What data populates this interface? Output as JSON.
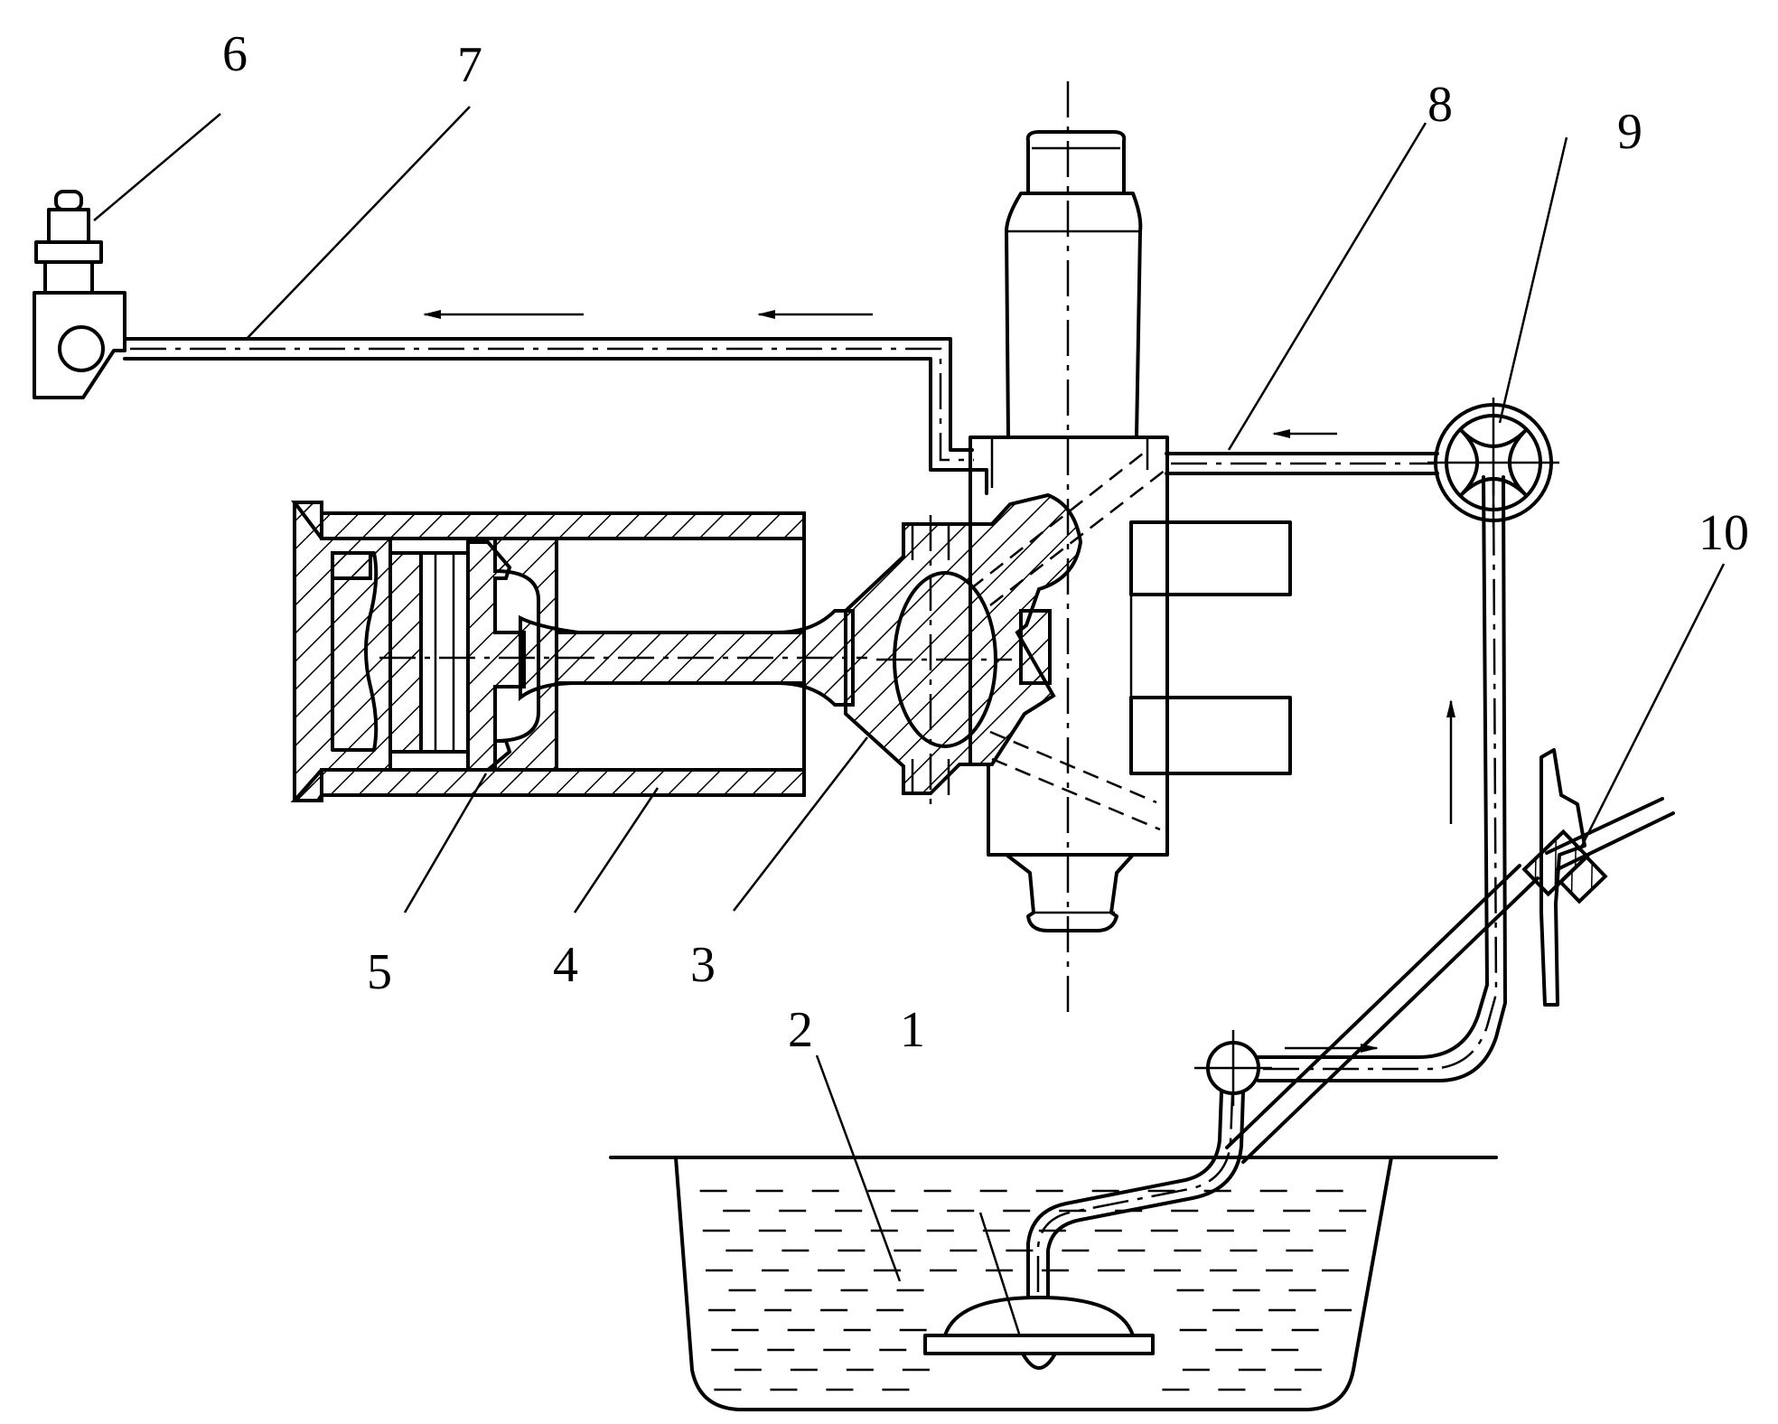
{
  "labels": [
    "1",
    "2",
    "3",
    "4",
    "5",
    "6",
    "7",
    "8",
    "9",
    "10"
  ]
}
